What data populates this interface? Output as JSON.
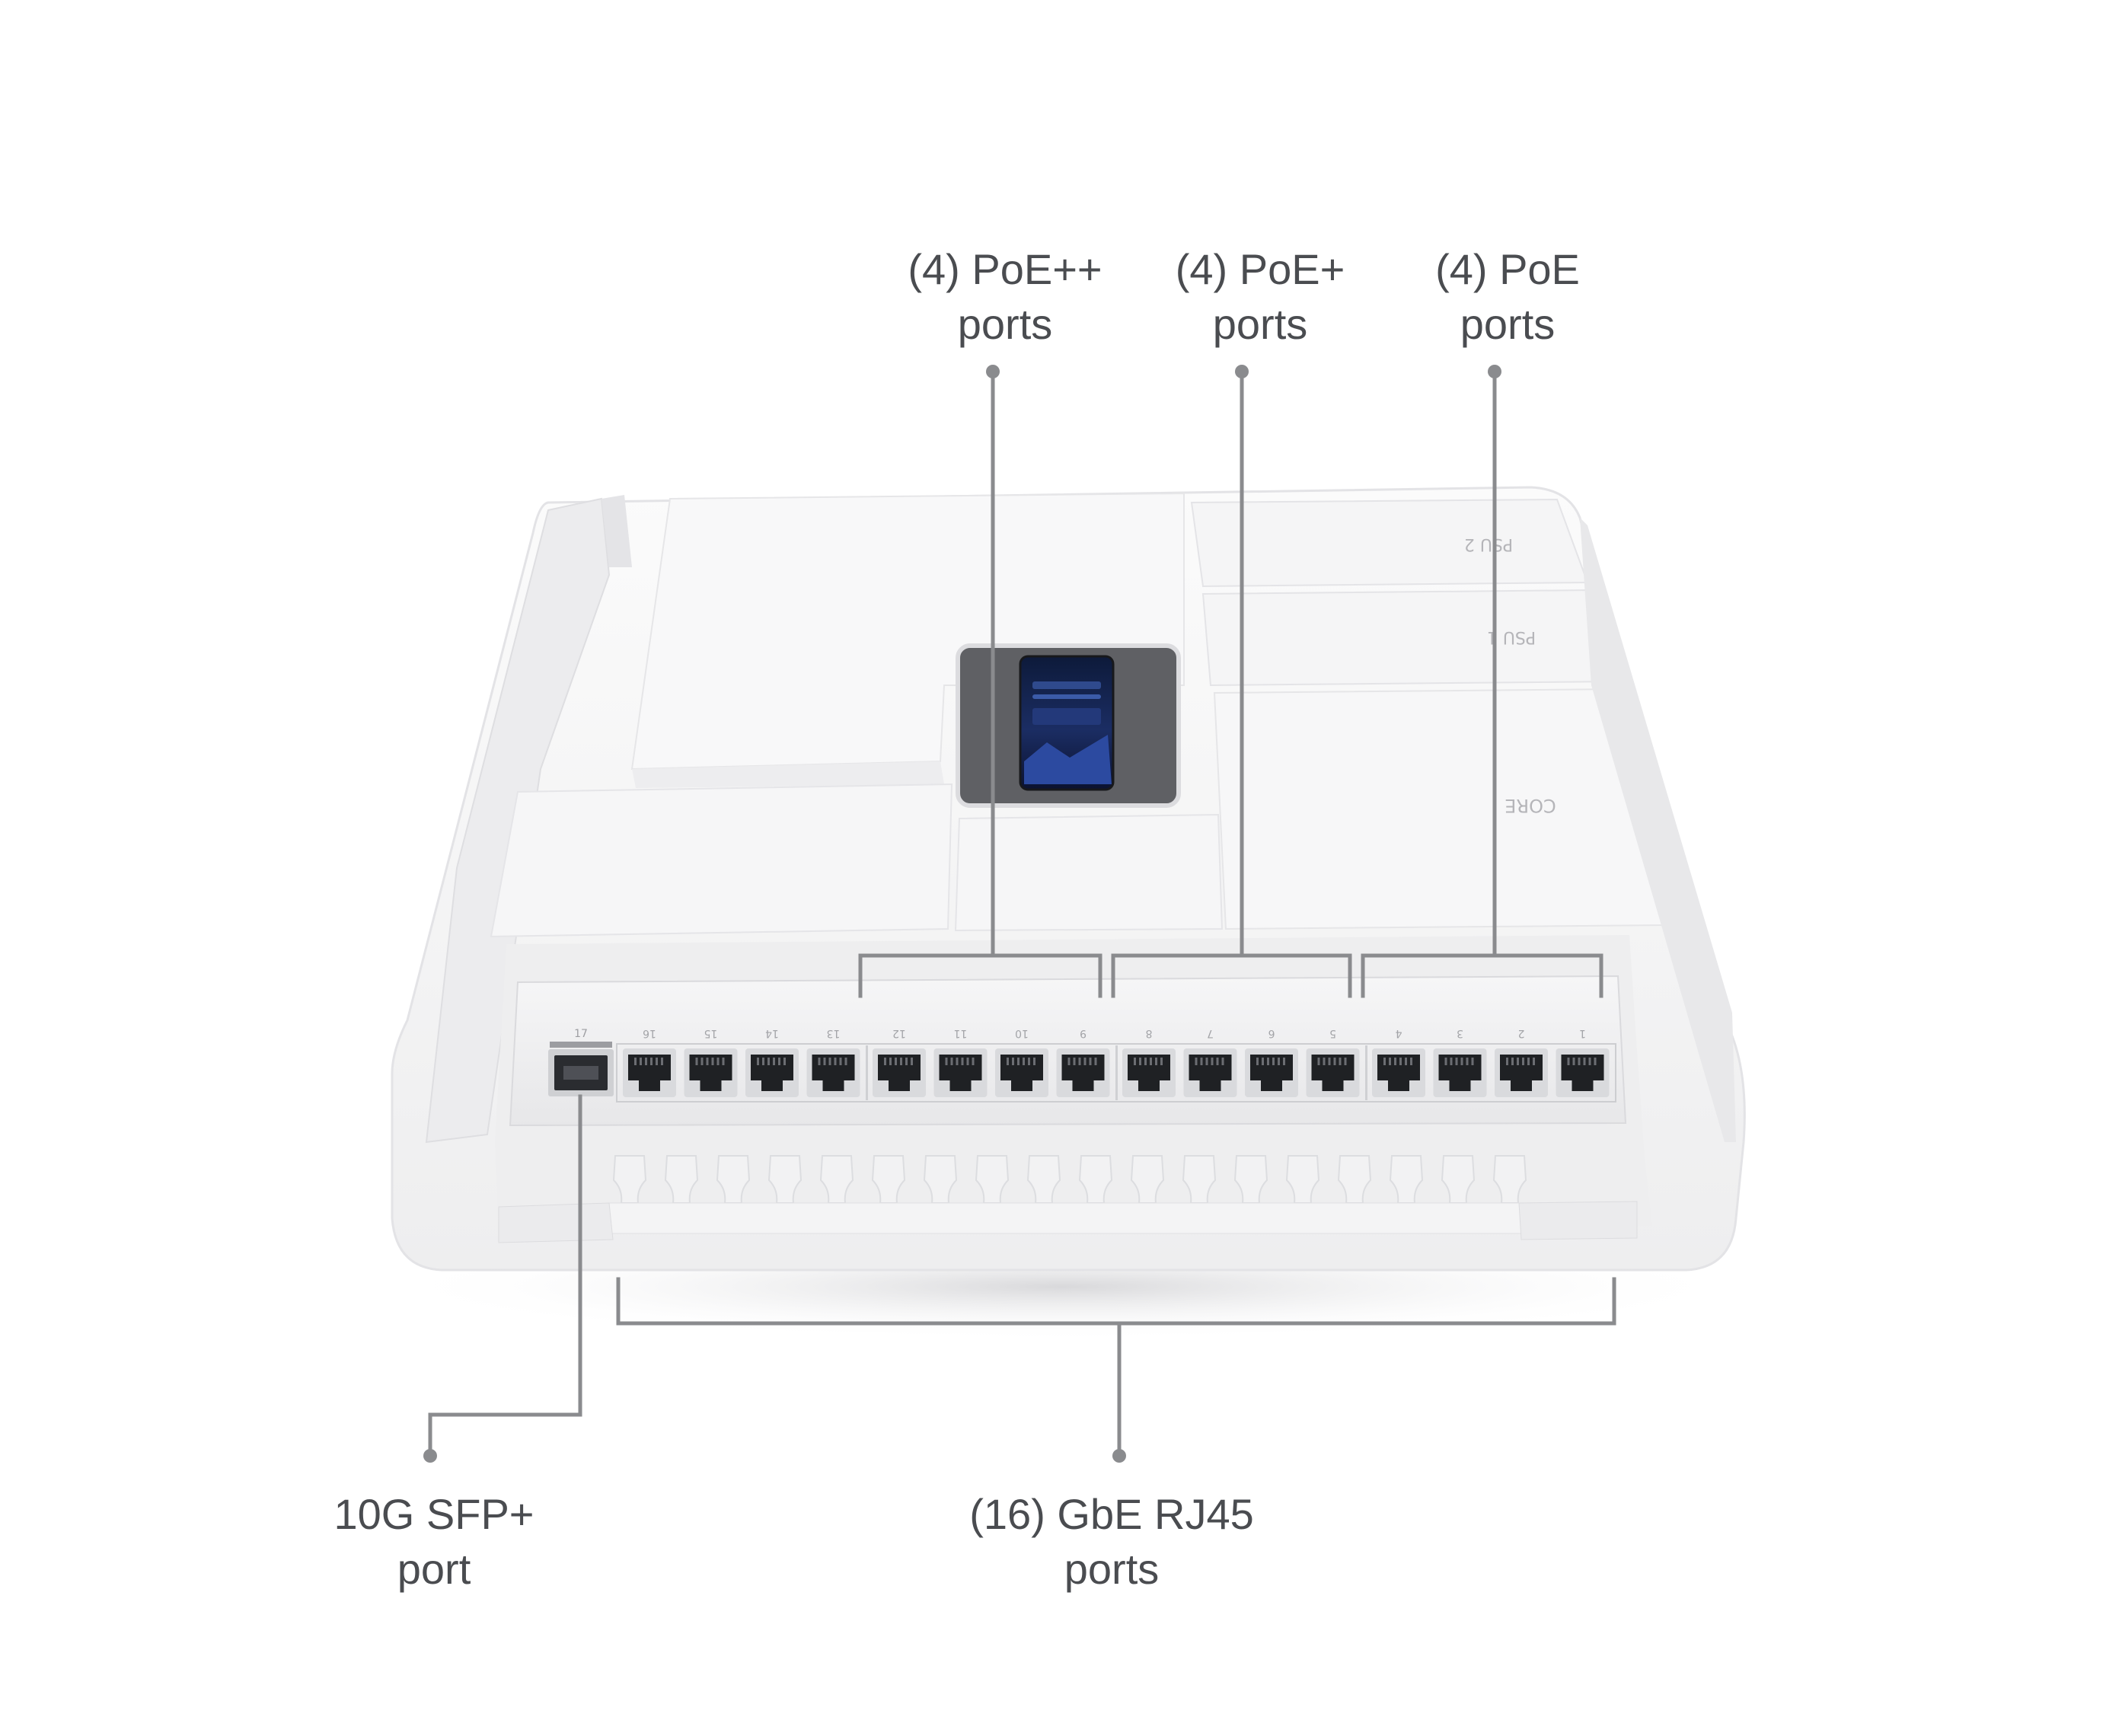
{
  "callouts": {
    "poe_plus_plus": {
      "line1": "(4) PoE++",
      "line2": "ports"
    },
    "poe_plus": {
      "line1": "(4) PoE+",
      "line2": "ports"
    },
    "poe": {
      "line1": "(4) PoE",
      "line2": "ports"
    },
    "sfp": {
      "line1": "10G SFP+",
      "line2": "port"
    },
    "rj45": {
      "line1": "(16) GbE RJ45",
      "line2": "ports"
    }
  },
  "device": {
    "bay_labels": {
      "psu2": "PSU 2",
      "psu1": "PSU 1",
      "core": "CORE"
    },
    "sfp_port_label": "17",
    "port_labels": [
      "16",
      "15",
      "14",
      "13",
      "12",
      "11",
      "10",
      "9",
      "8",
      "7",
      "6",
      "5",
      "4",
      "3",
      "2",
      "1"
    ]
  },
  "colors": {
    "callout_line": "#8a8b8e",
    "callout_text": "#4a4c50",
    "device_body": "#f4f4f5",
    "port_socket": "#1f2124"
  }
}
